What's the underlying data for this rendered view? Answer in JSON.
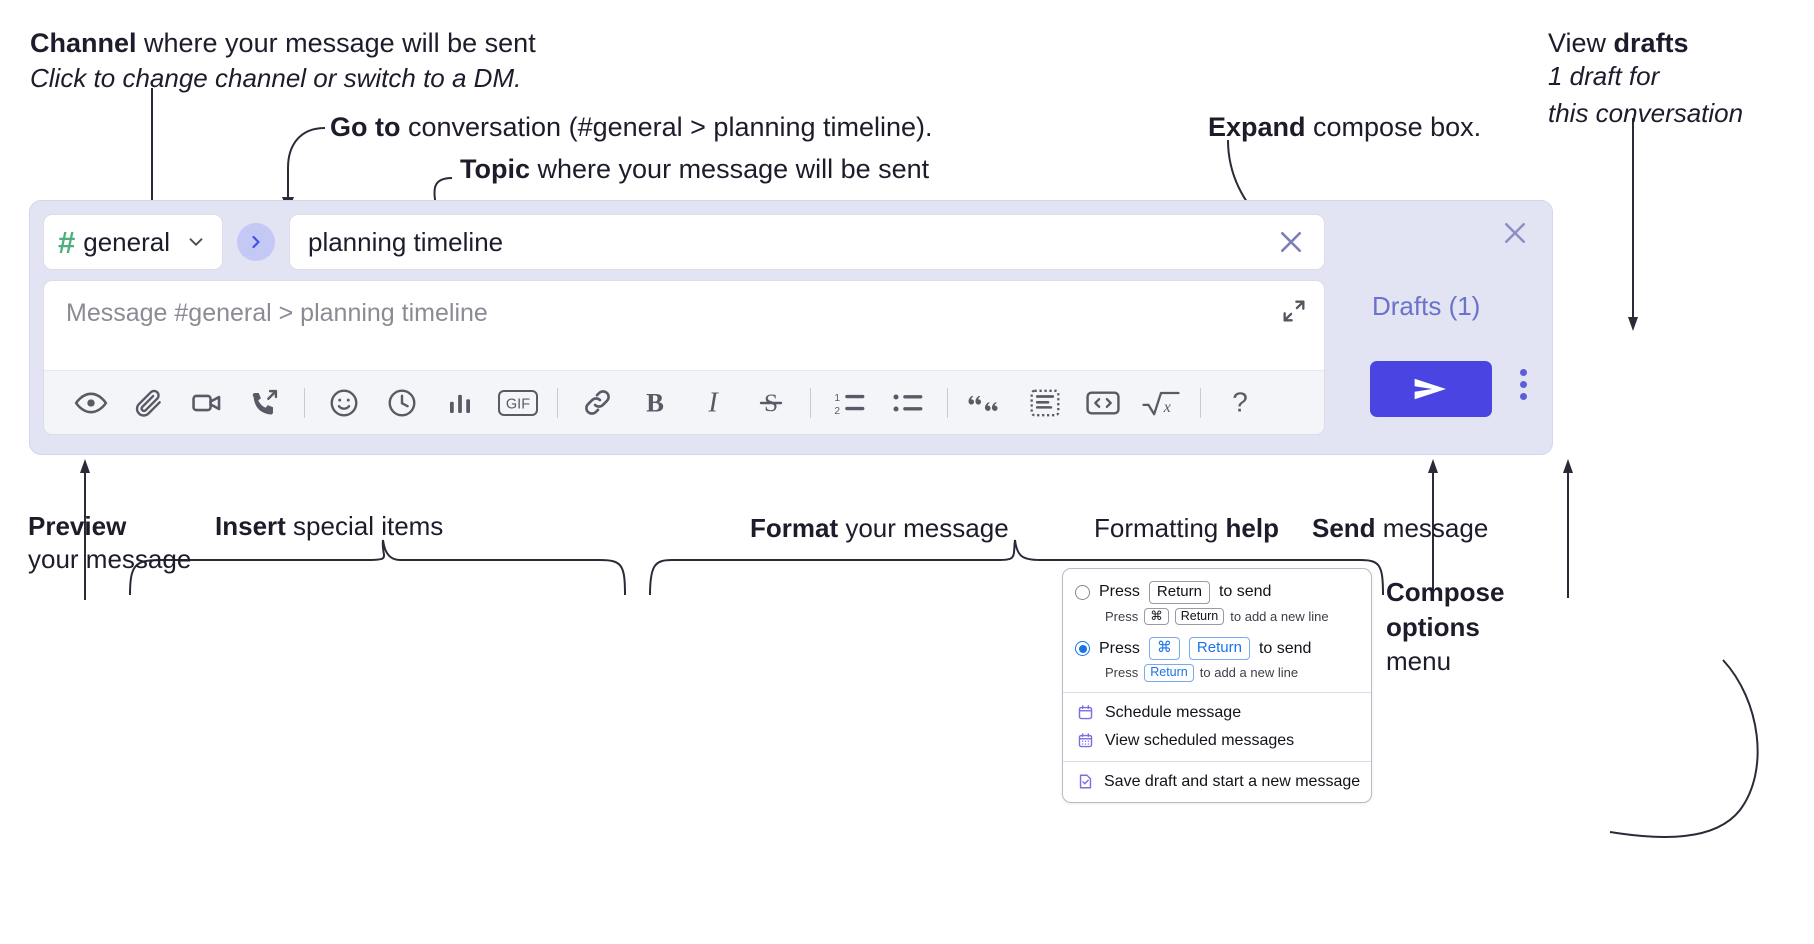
{
  "annotations": {
    "channel_title_bold": "Channel",
    "channel_title_rest": " where your message will be sent",
    "channel_sub": "Click to change channel or switch to a DM.",
    "goto_bold": "Go to",
    "goto_rest": " conversation (#general > planning timeline).",
    "topic_bold": "Topic",
    "topic_rest": " where your message will be sent",
    "expand_bold": "Expand",
    "expand_rest": " compose box.",
    "drafts_bold_pre": "View ",
    "drafts_bold": "drafts",
    "drafts_sub_line1": "1 draft for",
    "drafts_sub_line2": "this conversation",
    "preview_bold": "Preview",
    "preview_rest": "your message",
    "insert_bold": "Insert",
    "insert_rest": " special items",
    "format_bold": "Format",
    "format_rest": " your message",
    "help_pre": "Formatting ",
    "help_bold": "help",
    "send_bold": "Send",
    "send_rest": " message",
    "compose_opts_bold_l1": "Compose",
    "compose_opts_bold_l2": "options",
    "compose_opts_rest": "menu"
  },
  "compose": {
    "channel": {
      "hash": "#",
      "name": "general",
      "chevron": "chevron-down"
    },
    "goto_button_icon": "chevron-right",
    "topic": {
      "value": "planning timeline",
      "clear_icon": "close-icon"
    },
    "message": {
      "placeholder": "Message #general > planning timeline"
    },
    "expand_icon": "expand-icon",
    "toolbar": [
      {
        "name": "preview",
        "icon": "eye-icon"
      },
      {
        "name": "attach",
        "icon": "paperclip-icon"
      },
      {
        "name": "video-clip",
        "icon": "video-camera-icon"
      },
      {
        "name": "audio-clip",
        "icon": "phone-arrow-icon"
      },
      {
        "name": "separator-1",
        "icon": "separator"
      },
      {
        "name": "emoji",
        "icon": "smiley-icon"
      },
      {
        "name": "schedule",
        "icon": "clock-icon"
      },
      {
        "name": "poll",
        "icon": "bar-chart-icon"
      },
      {
        "name": "gif",
        "icon": "gif-icon",
        "label": "GIF"
      },
      {
        "name": "separator-2",
        "icon": "separator"
      },
      {
        "name": "link",
        "icon": "link-icon"
      },
      {
        "name": "bold",
        "icon": "bold-icon",
        "label": "B"
      },
      {
        "name": "italic",
        "icon": "italic-icon",
        "label": "I"
      },
      {
        "name": "strikethrough",
        "icon": "strikethrough-icon"
      },
      {
        "name": "separator-3",
        "icon": "separator"
      },
      {
        "name": "ordered-list",
        "icon": "ordered-list-icon"
      },
      {
        "name": "bulleted-list",
        "icon": "bulleted-list-icon"
      },
      {
        "name": "separator-4",
        "icon": "separator"
      },
      {
        "name": "blockquote",
        "icon": "quote-icon"
      },
      {
        "name": "code-block",
        "icon": "code-block-icon"
      },
      {
        "name": "code",
        "icon": "code-icon"
      },
      {
        "name": "math",
        "icon": "math-icon"
      },
      {
        "name": "separator-5",
        "icon": "separator"
      },
      {
        "name": "help",
        "icon": "question-mark-icon",
        "label": "?"
      }
    ],
    "panel": {
      "close_icon": "close-icon",
      "drafts_label": "Drafts (1)",
      "send_icon": "send-plane-icon",
      "kebab_icon": "kebab-menu-icon"
    }
  },
  "popup": {
    "options": [
      {
        "selected": false,
        "main": {
          "pre": "Press",
          "keys": [
            "Return"
          ],
          "post": "to send"
        },
        "sub": {
          "pre": "Press",
          "keys": [
            "⌘",
            "Return"
          ],
          "post": "to add a new line"
        }
      },
      {
        "selected": true,
        "main": {
          "pre": "Press",
          "keys": [
            "⌘",
            "Return"
          ],
          "post": "to send"
        },
        "sub": {
          "pre": "Press",
          "keys": [
            "Return"
          ],
          "post": "to add a new line"
        }
      }
    ],
    "menu_items": [
      {
        "label": "Schedule message",
        "icon": "calendar-icon"
      },
      {
        "label": "View scheduled messages",
        "icon": "calendar-grid-icon"
      },
      {
        "label": "Save draft and start a new message",
        "icon": "file-check-icon"
      }
    ]
  },
  "colors": {
    "compose_bg": "#e2e3f3",
    "send_button": "#4a45e2",
    "hash_green": "#4db07c",
    "drafts_text": "#6b72c9",
    "goto_circle": "#c3c8f5",
    "radio_blue": "#1a73e8"
  }
}
